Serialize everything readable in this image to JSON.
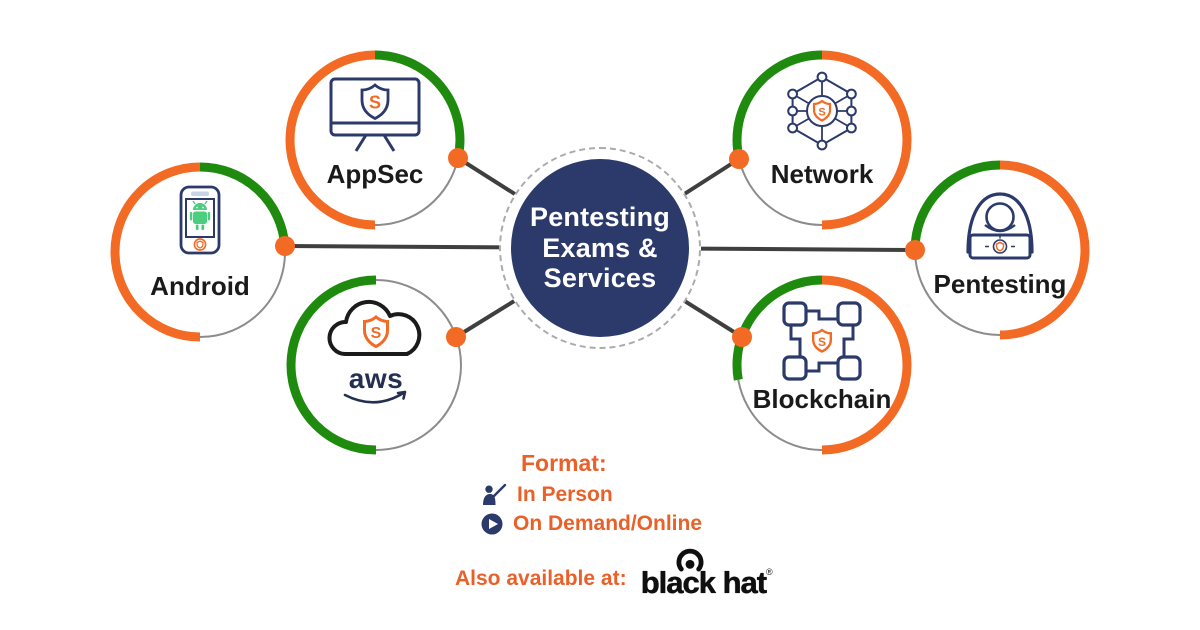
{
  "colors": {
    "orange": "#F26A24",
    "green": "#1F8B0E",
    "navy": "#2B3A6B",
    "lineGray": "#3F3F3F",
    "ringGray": "#8C8C8C",
    "labelDark": "#1A1A1A",
    "textOrange": "#E96128",
    "androidGreen": "#4BCE7D",
    "awsDark": "#24304F",
    "iconBlack": "#1B1B1B",
    "brandBlack": "#0F0F0F",
    "dashGray": "#ABABAB",
    "speakerFill": "#C9D3E6"
  },
  "hub": {
    "line1": "Pentesting",
    "line2": "Exams &",
    "line3": "Services"
  },
  "nodes": {
    "shield_letter": "S",
    "appsec": {
      "label": "AppSec"
    },
    "android": {
      "label": "Android"
    },
    "aws": {
      "logo_text": "aws"
    },
    "network": {
      "label": "Network"
    },
    "pentesting": {
      "label": "Pentesting"
    },
    "blockchain": {
      "label": "Blockchain"
    }
  },
  "format": {
    "title": "Format:",
    "in_person": "In Person",
    "on_demand": "On Demand/Online"
  },
  "footer": {
    "prefix": "Also available at:",
    "brand": "black hat",
    "registered": "®"
  }
}
